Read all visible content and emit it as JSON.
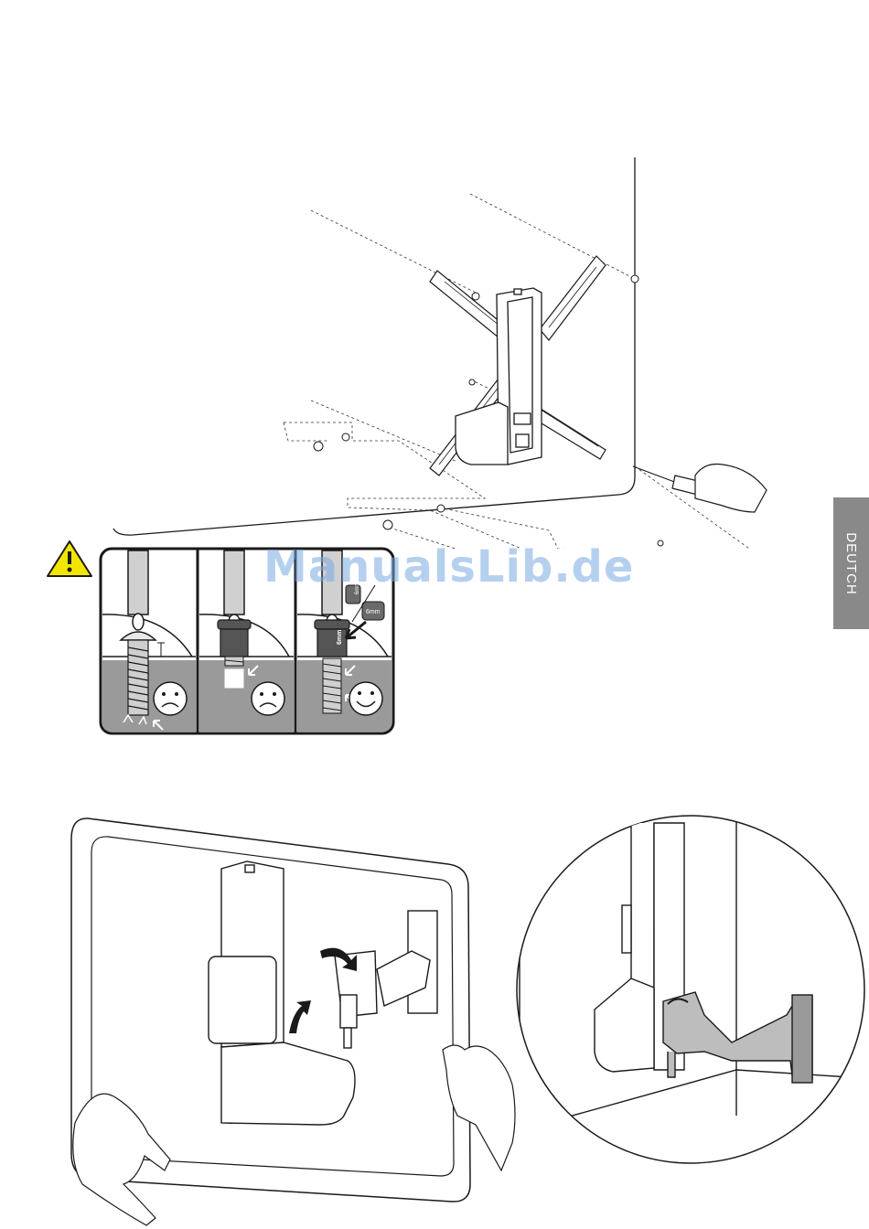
{
  "side_tab": {
    "label": "DEUTCH"
  },
  "watermark": {
    "text": "ManualsLib.de"
  },
  "spacer_labels": {
    "small": "6mm",
    "large": "6mm",
    "inserted": "6mm"
  },
  "icons": {
    "warning": "warning-triangle-icon",
    "sad": "sad-face-icon",
    "happy": "happy-face-icon"
  },
  "colors": {
    "warning_yellow": "#f2e600",
    "line": "#1a1a1a",
    "wall_gray": "#9a9a9a",
    "tab_gray": "#898989",
    "watermark_blue": "#78aae1"
  }
}
